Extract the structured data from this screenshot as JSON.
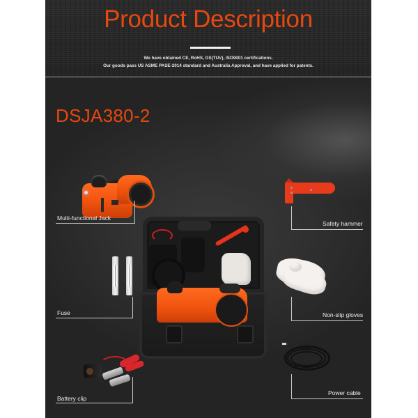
{
  "banner": {
    "title": "Product Description",
    "line1": "We have obtained CE, RoHS, GS(TUV), ISO9001 certifications.",
    "line2": "Our goods pass US ASME PASE-2014 standard and Australia Approval, and have applied for patents."
  },
  "product": {
    "model": "DSJA380-2",
    "accent_color": "#e8480f"
  },
  "components": [
    {
      "label": "Multi-functional Jack",
      "icon": "hydraulic-jack"
    },
    {
      "label": "Safety hammer",
      "icon": "safety-hammer"
    },
    {
      "label": "Fuse",
      "icon": "fuse"
    },
    {
      "label": "Non-slip gloves",
      "icon": "gloves"
    },
    {
      "label": "Battery clip",
      "icon": "battery-clip"
    },
    {
      "label": "Power cable",
      "icon": "power-cable"
    }
  ],
  "center_image": {
    "description": "Carrying case with jack kit"
  }
}
